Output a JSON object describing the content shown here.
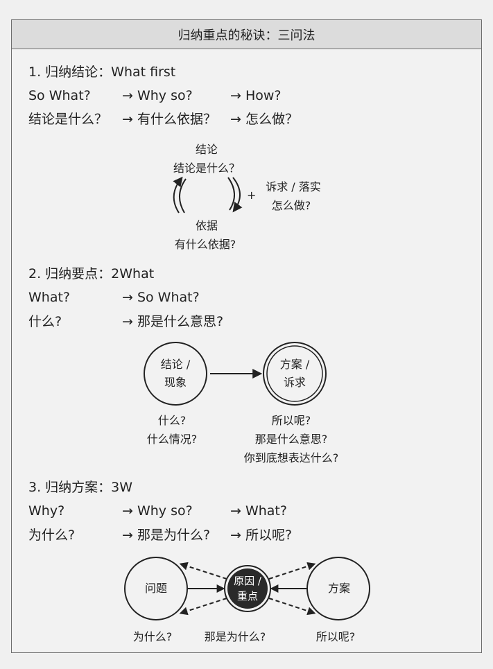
{
  "title": "归纳重点的秘诀：三问法",
  "section1": {
    "heading": "1. 归纳结论：What first",
    "row1": [
      "So What?",
      "→ Why so?",
      "→ How?"
    ],
    "row2": [
      "结论是什么？",
      "→ 有什么依据？",
      "→ 怎么做？"
    ],
    "diagram": {
      "top_line1": "结论",
      "top_line2": "结论是什么？",
      "bottom_line1": "依据",
      "bottom_line2": "有什么依据?",
      "plus": "+",
      "right_line1": "诉求 / 落实",
      "right_line2": "怎么做?"
    }
  },
  "section2": {
    "heading": "2. 归纳要点：2What",
    "row1": [
      "What?",
      "→ So What?"
    ],
    "row2": [
      "什么?",
      "→ 那是什么意思?"
    ],
    "diagram": {
      "left_circle": [
        "结论 /",
        "现象"
      ],
      "right_circle": [
        "方案 /",
        "诉求"
      ],
      "left_caption": [
        "什么?",
        "什么情况?"
      ],
      "right_caption": [
        "所以呢?",
        "那是什么意思?",
        "你到底想表达什么?"
      ]
    }
  },
  "section3": {
    "heading": "3. 归纳方案：3W",
    "row1": [
      "Why?",
      "→ Why so?",
      "→ What?"
    ],
    "row2": [
      "为什么?",
      "→ 那是为什么?",
      "→ 所以呢?"
    ],
    "diagram": {
      "left_circle": "问题",
      "center_circle": [
        "原因 /",
        "重点"
      ],
      "right_circle": "方案",
      "captions": [
        "为什么?",
        "那是为什么?",
        "所以呢?"
      ]
    }
  },
  "colors": {
    "background": "#f0f0f0",
    "title_bar": "#dcdcdc",
    "border": "#6e6e6e",
    "ink": "#222222",
    "center_fill": "#2a2a2a"
  }
}
